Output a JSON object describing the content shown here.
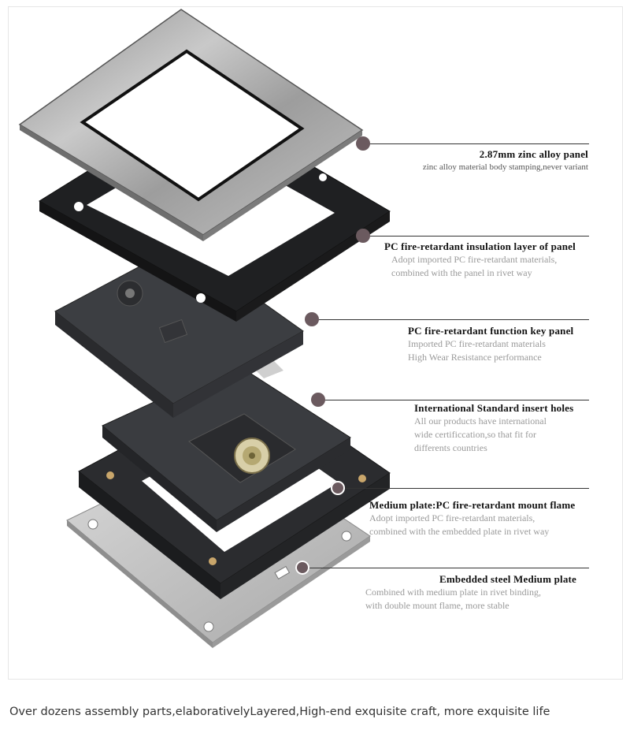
{
  "callouts": [
    {
      "title": "2.87mm zinc alloy panel",
      "lines": [
        "zinc alloy material body stamping,never variant"
      ]
    },
    {
      "title": "PC fire-retardant insulation layer of panel",
      "lines": [
        "Adopt imported PC fire-retardant materials,",
        "combined with the panel in rivet way"
      ]
    },
    {
      "title": "PC fire-retardant  function key panel",
      "lines": [
        "Imported PC fire-retardant materials",
        "High Wear Resistance performance"
      ]
    },
    {
      "title": "International Standard insert holes",
      "lines": [
        "All our products have international",
        "wide certificcation,so that fit for",
        "differents countries"
      ]
    },
    {
      "title": "Medium plate:PC fire-retardant mount flame",
      "lines": [
        "Adopt imported PC fire-retardant materials,",
        "combined with the embedded plate in rivet way"
      ]
    },
    {
      "title": "Embedded steel Medium plate",
      "lines": [
        "Combined with medium plate in rivet binding,",
        "with  double mount flame, more stable"
      ]
    }
  ],
  "footer": "Over dozens assembly parts,elaborativelyLayered,High-end exquisite craft,  more exquisite life",
  "colors": {
    "lead": "#333333",
    "dot": "#6b5a5f",
    "steel": "#b9b9b9",
    "plastic": "#2f3134"
  }
}
